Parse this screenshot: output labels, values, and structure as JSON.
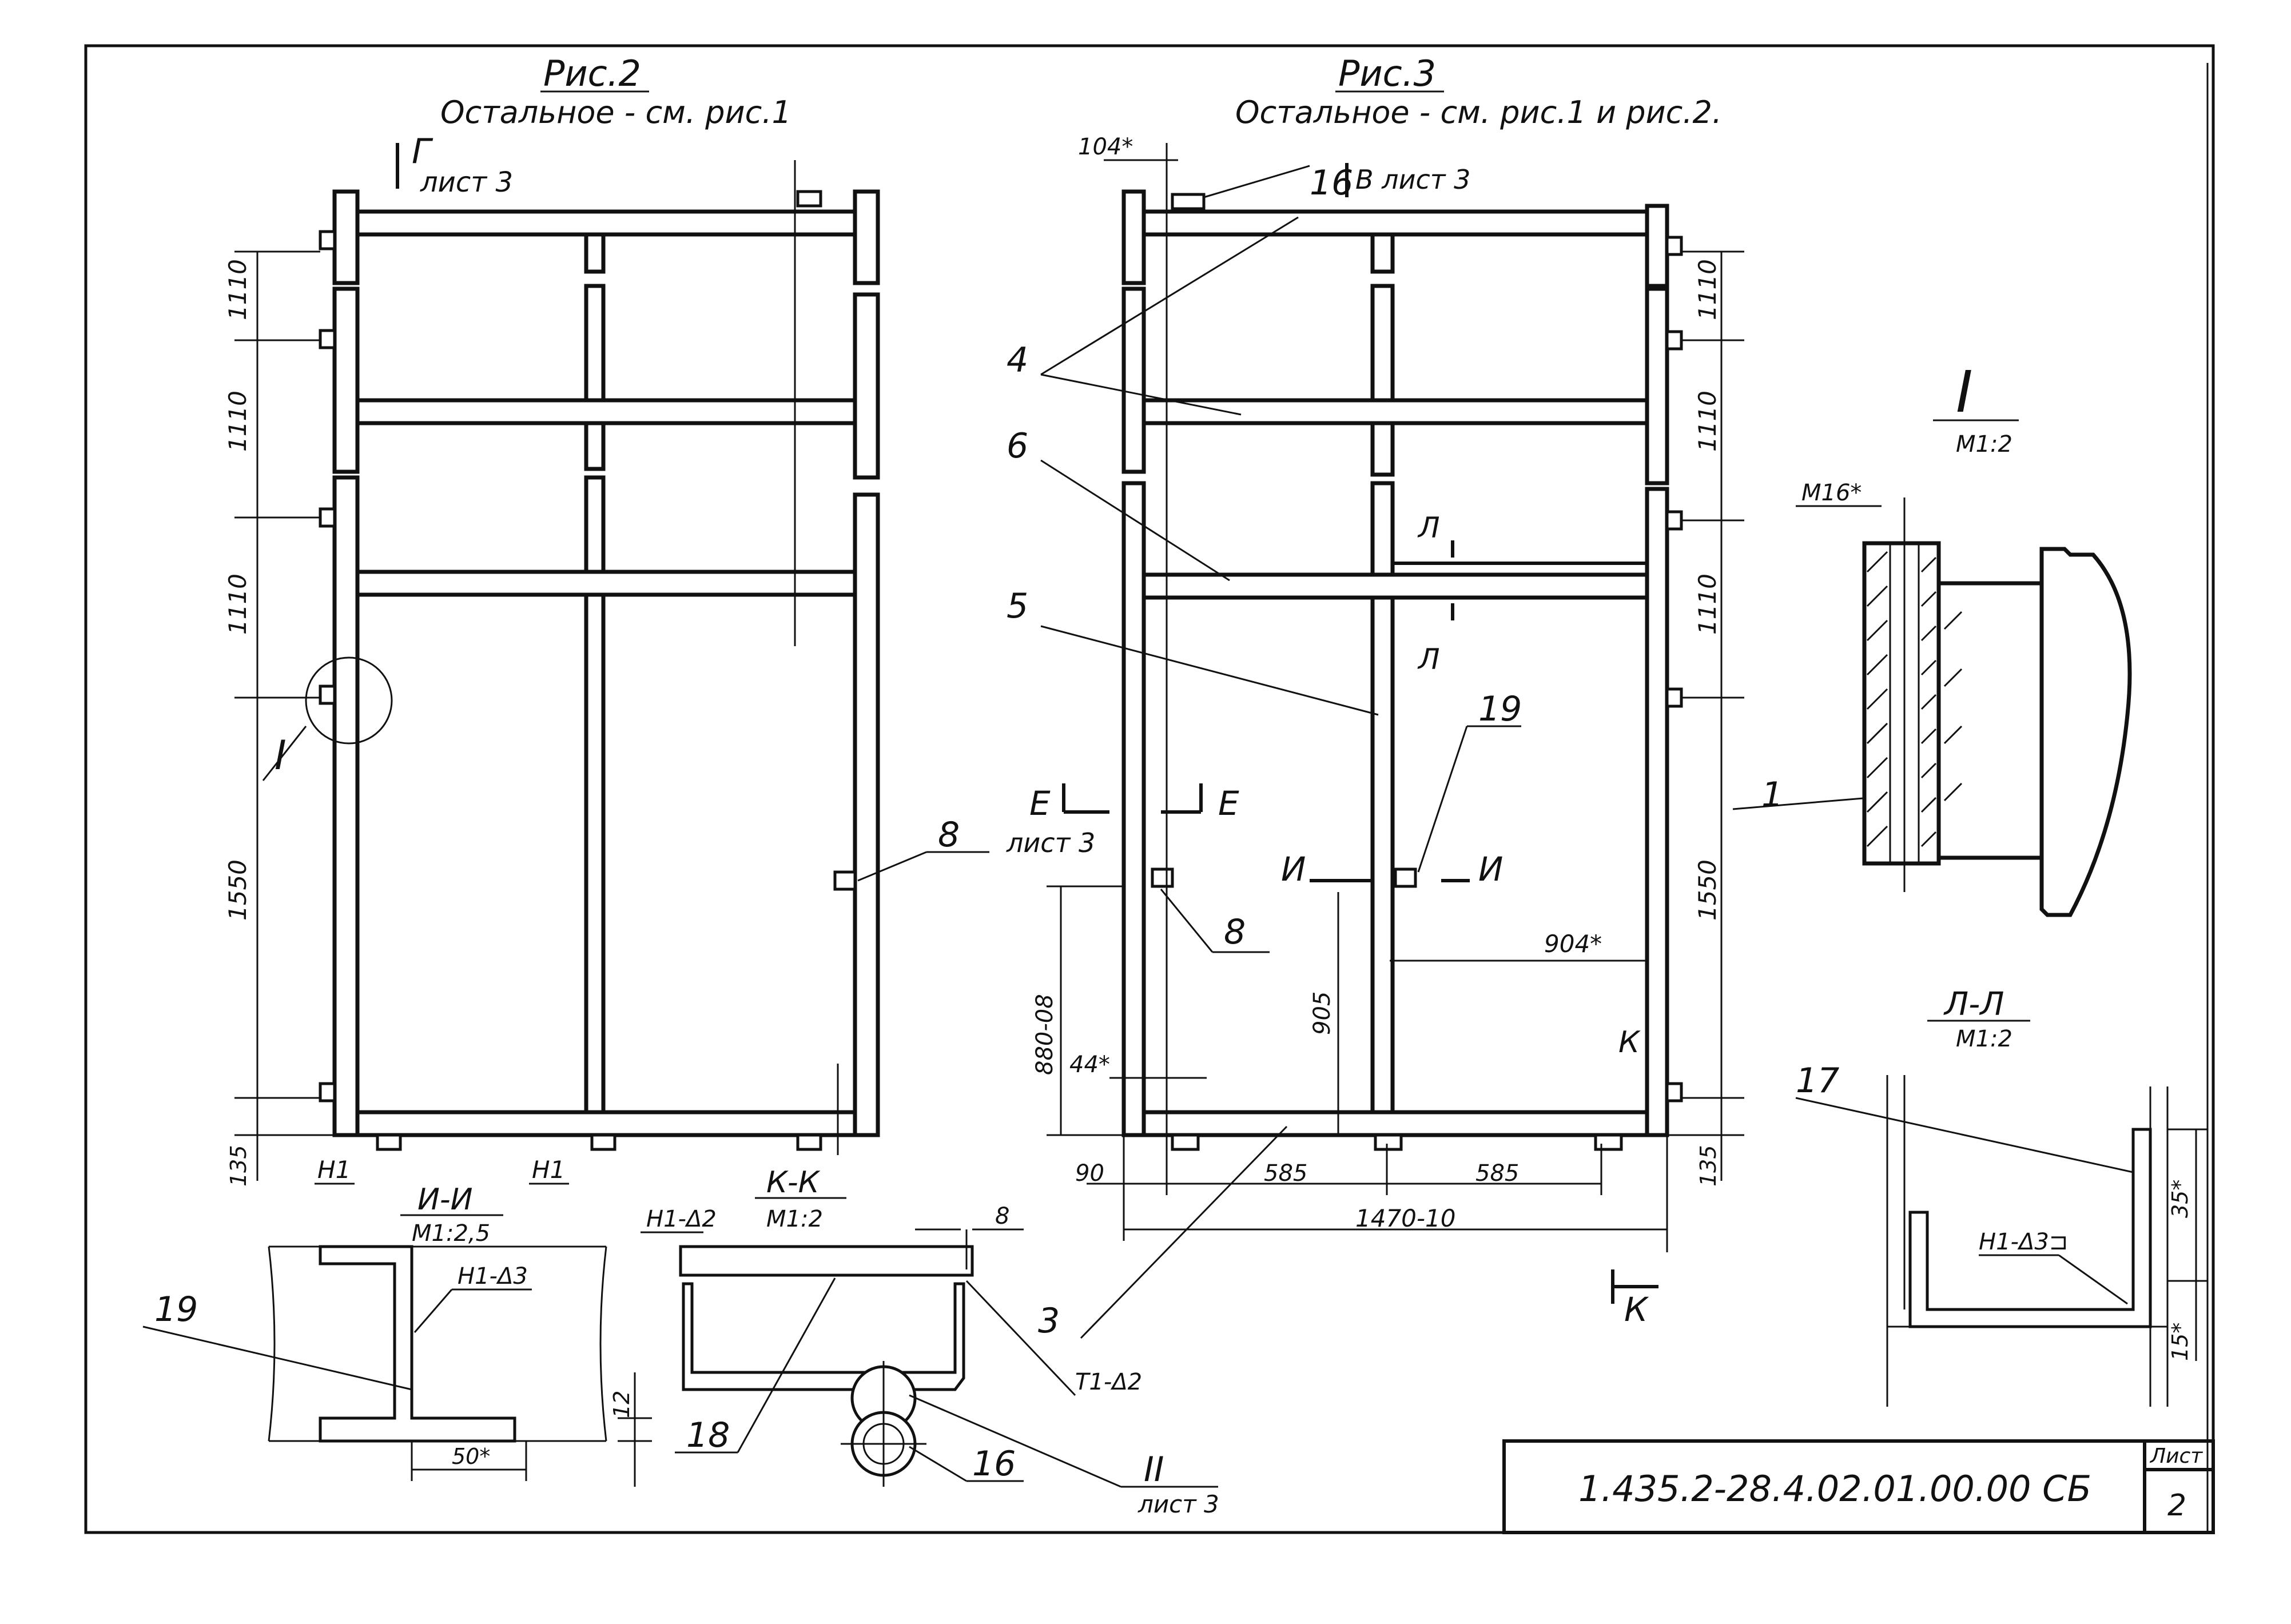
{
  "figures": {
    "fig2": {
      "title": "Рис.2",
      "note": "Остальное - см. рис.1"
    },
    "fig3": {
      "title": "Рис.3",
      "note": "Остальное - см. рис.1 и рис.2."
    }
  },
  "views": {
    "view_g": "Г",
    "sheet3": "лист 3",
    "view_v": "В лист 3",
    "view_e_left": "Е",
    "view_e_right": "Е",
    "view_e_sheet": "лист 3",
    "view_k": "К",
    "view_k_top": "К",
    "section_i_left": "И",
    "section_i_right": "И",
    "section_l_top": "Л",
    "section_l_bottom": "Л"
  },
  "fig2_dims": {
    "d1": "1110",
    "d2": "1110",
    "d3": "1110",
    "d4": "1550",
    "d5": "135"
  },
  "fig3_dims": {
    "top_left": "104*",
    "d1": "1110",
    "d2": "1110",
    "d3": "1110",
    "d4": "1550",
    "d5": "135",
    "w904": "904*",
    "h880": "880-08",
    "h905": "905",
    "w44": "44*",
    "b90": "90",
    "b585a": "585",
    "b585b": "585",
    "total": "1470-10"
  },
  "callouts": {
    "c16": "16",
    "c4": "4",
    "c6": "6",
    "c5": "5",
    "c19": "19",
    "c8a": "8",
    "c8b": "8",
    "c3": "3",
    "c1": "1",
    "c17": "17",
    "c18": "18",
    "c16b": "16",
    "c19b": "19",
    "c8t": "8",
    "roman_I": "I",
    "roman_II": "II"
  },
  "welds": {
    "w1": "Н1",
    "w2": "Н1",
    "w_h1d3": "Н1-Δ3",
    "w_h1d2": "Н1-Δ2",
    "w_t1d2": "Т1-Δ2",
    "w_h1d3b": "Н1-Δ3⊐"
  },
  "details": {
    "detail_I": {
      "title": "I",
      "scale": "М1:2",
      "thread": "М16*"
    },
    "sect_LL": {
      "title": "Л-Л",
      "scale": "М1:2",
      "d35": "35*",
      "d15": "15*"
    },
    "sect_II": {
      "title": "И-И",
      "scale": "М1:2,5",
      "d12": "12",
      "d50": "50*"
    },
    "sect_KK": {
      "title": "К-К",
      "scale": "М1:2"
    },
    "detail_II": {
      "title": "II",
      "sheet": "лист 3"
    }
  },
  "stamp": {
    "code": "1.435.2-28.4.02.01.00.00 СБ",
    "sheet_label": "Лист",
    "sheet_no": "2"
  }
}
